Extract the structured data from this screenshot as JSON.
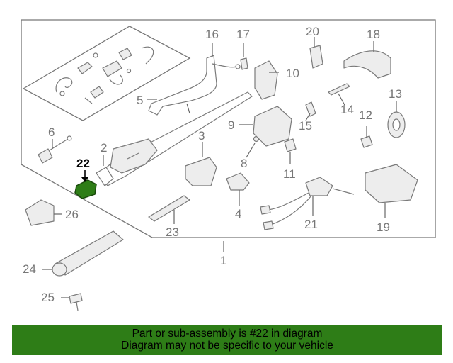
{
  "diagram": {
    "highlight_color": "#2e7d17",
    "highlighted_part": "22",
    "callouts": {
      "c1": "1",
      "c2": "2",
      "c3": "3",
      "c4": "4",
      "c5": "5",
      "c6": "6",
      "c8": "8",
      "c9": "9",
      "c10": "10",
      "c11": "11",
      "c12": "12",
      "c13": "13",
      "c14": "14",
      "c15": "15",
      "c16": "16",
      "c17": "17",
      "c18": "18",
      "c19": "19",
      "c20": "20",
      "c21": "21",
      "c22": "22",
      "c23": "23",
      "c24": "24",
      "c25": "25",
      "c26": "26"
    }
  },
  "footer": {
    "line1": "Part or sub-assembly is #22 in diagram",
    "line2": "Diagram may not be specific to your vehicle",
    "background": "#2e7d17"
  }
}
